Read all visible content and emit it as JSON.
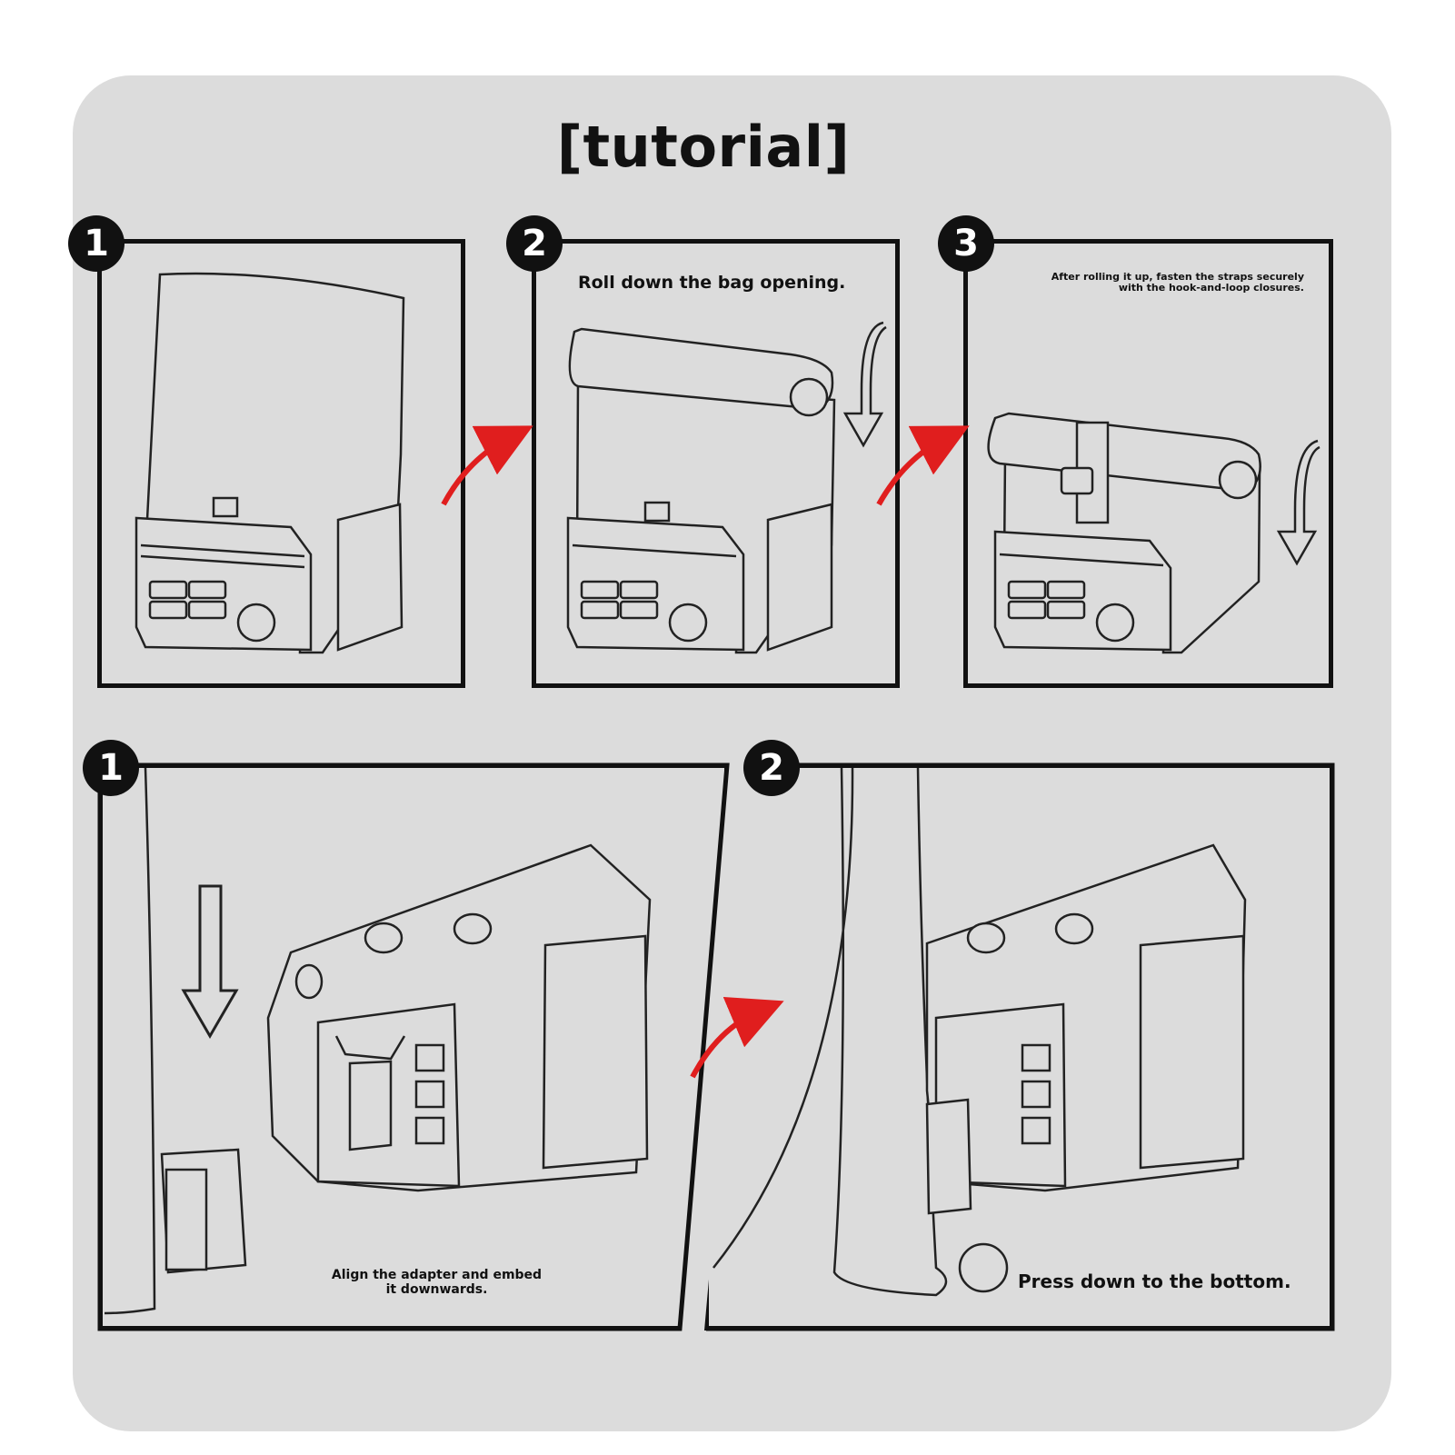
{
  "title": "[tutorial]",
  "top_steps": [
    {
      "number": "1",
      "caption": ""
    },
    {
      "number": "2",
      "caption": "Roll down the bag opening."
    },
    {
      "number": "3",
      "caption": "After rolling it up, fasten the straps securely with the hook-and-loop closures."
    }
  ],
  "bottom_steps": [
    {
      "number": "1",
      "caption": "Align the adapter and embed it downwards."
    },
    {
      "number": "2",
      "caption": "Press down to the bottom."
    }
  ],
  "colors": {
    "background": "#dcdcdc",
    "ink": "#111111",
    "arrow": "#e01e1e"
  },
  "icons": [
    "down-arrow-icon",
    "red-curved-arrow-icon"
  ]
}
